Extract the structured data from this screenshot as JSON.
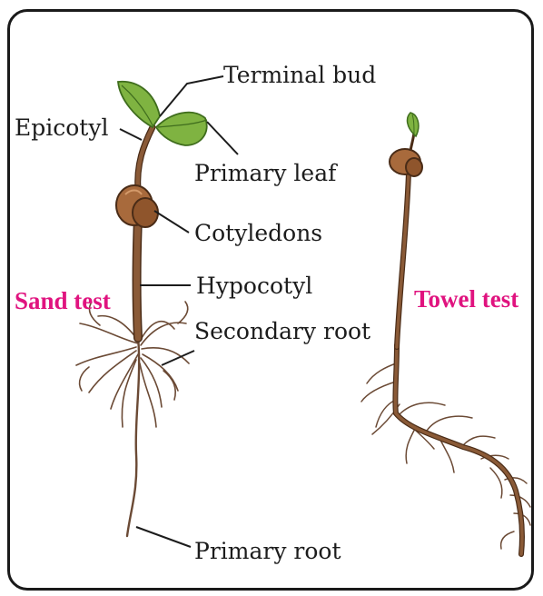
{
  "labels": {
    "terminal_bud": "Terminal bud",
    "epicotyl": "Epicotyl",
    "primary_leaf": "Primary leaf",
    "cotyledons": "Cotyledons",
    "hypocotyl": "Hypocotyl",
    "secondary_root": "Secondary root",
    "primary_root": "Primary root"
  },
  "tests": {
    "sand": "Sand test",
    "towel": "Towel test"
  },
  "colors": {
    "test_label": "#e0137f",
    "stem": "#8a5a37",
    "stem_outline": "#4a2c17",
    "leaf": "#7fb341",
    "leaf_dark": "#3f6d1d",
    "cotyledon": "#a86a3c",
    "root": "#6b4a35"
  }
}
